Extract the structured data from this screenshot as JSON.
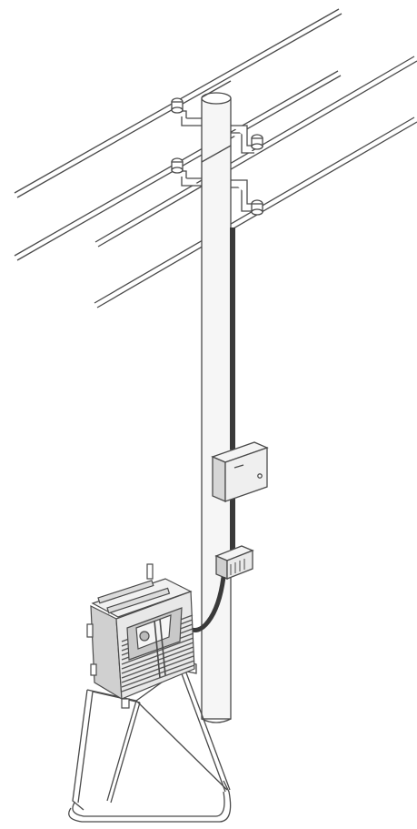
{
  "colors": {
    "background": "#ffffff",
    "stroke": "#4a4a4a",
    "wire_fill": "#e9e9e9",
    "cable": "#3a3a3a",
    "box_face": "#efefef",
    "box_side": "#d6d6d6",
    "fin_dark": "#555555"
  },
  "components": [
    {
      "name": "overhead-power-lines",
      "count": 4,
      "icon": "conductor-wires"
    },
    {
      "name": "utility-pole",
      "icon": "pole"
    },
    {
      "name": "insulator-brackets",
      "count": 4,
      "icon": "insulator"
    },
    {
      "name": "vertical-cable",
      "icon": "cable"
    },
    {
      "name": "upper-junction-box",
      "icon": "junction-box"
    },
    {
      "name": "lower-connector-box",
      "icon": "connector-box"
    },
    {
      "name": "finned-enclosure-unit",
      "icon": "heatsink-enclosure"
    },
    {
      "name": "support-stand",
      "icon": "stand"
    }
  ]
}
